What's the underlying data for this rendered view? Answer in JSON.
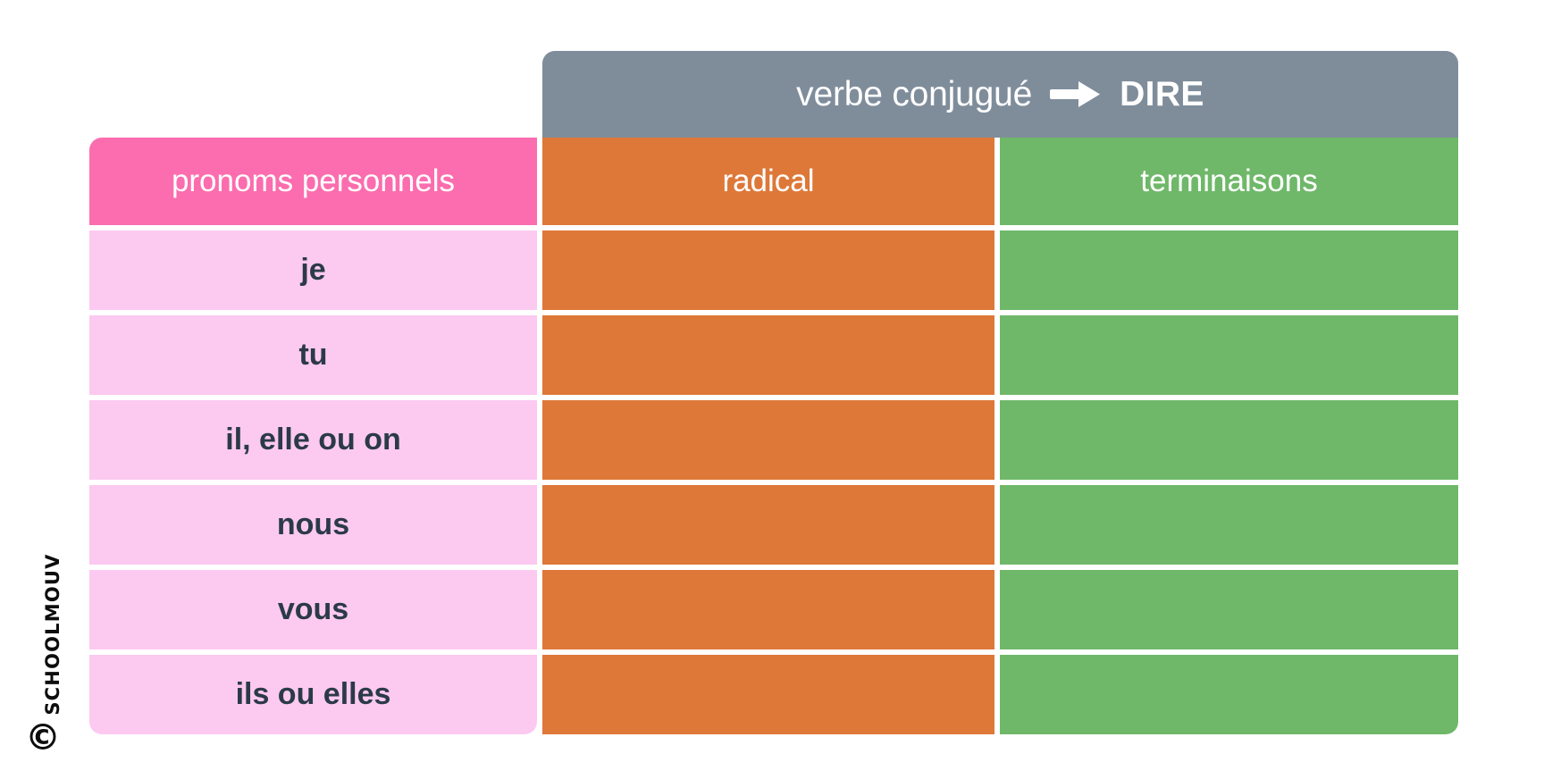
{
  "banner": {
    "label": "verbe conjugué",
    "arrow_icon": "right-arrow-icon",
    "verb": "DIRE"
  },
  "table": {
    "headers": {
      "pronouns": "pronoms personnels",
      "stem": "radical",
      "endings": "terminaisons"
    },
    "rows": [
      {
        "pronoun": "je",
        "stem": "",
        "ending": ""
      },
      {
        "pronoun": "tu",
        "stem": "",
        "ending": ""
      },
      {
        "pronoun": "il, elle ou on",
        "stem": "",
        "ending": ""
      },
      {
        "pronoun": "nous",
        "stem": "",
        "ending": ""
      },
      {
        "pronoun": "vous",
        "stem": "",
        "ending": ""
      },
      {
        "pronoun": "ils ou elles",
        "stem": "",
        "ending": ""
      }
    ]
  },
  "watermark": {
    "text": "SCHOOLMOUV",
    "copyright_symbol": "©"
  },
  "colors": {
    "banner_gray": "#7f8d9b",
    "pronoun_header_pink": "#fb6dae",
    "pronoun_cell_pink": "#fcc9f0",
    "stem_orange": "#de7838",
    "ending_green": "#6fb869",
    "text_dark": "#2b3a47",
    "text_white": "#ffffff",
    "page_background": "#ffffff"
  }
}
